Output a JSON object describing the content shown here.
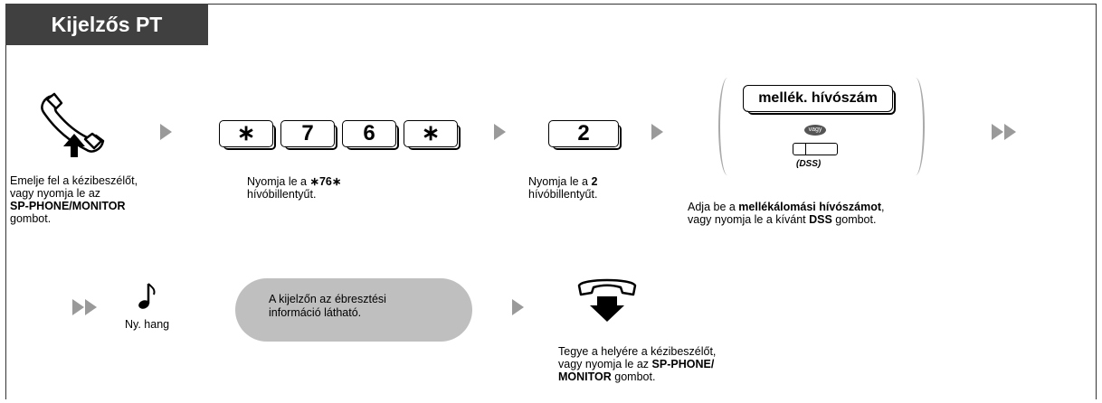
{
  "header": {
    "title": "Kijelzős PT"
  },
  "steps": {
    "offhook_caption": [
      "Emelje fel a kézibeszélőt,",
      "vagy nyomja le az",
      "SP-PHONE/MONITOR",
      "gombot."
    ],
    "keys_caption_line1": "Nyomja le a ",
    "keys_caption_code": "∗76∗",
    "keys_caption_line2": "hívóbillentyűt.",
    "keys": [
      "∗",
      "7",
      "6",
      "∗"
    ],
    "key2_caption_line1": "Nyomja le a ",
    "key2_caption_code": "2",
    "key2_caption_line2": "hívóbillentyűt.",
    "key2": "2",
    "ext_box": "mellék. hívószám",
    "or_label": "vagy",
    "dss_label": "(DSS)",
    "ext_caption": {
      "p1": "Adja be a ",
      "b1": "mellékálomási hívószámot",
      "p2": ",",
      "p3": "vagy nyomja le a kívánt ",
      "b2": "DSS",
      "p4": " gombot."
    },
    "tone_label": "Ny. hang",
    "display_info": [
      "A kijelzőn az ébresztési",
      "információ látható."
    ],
    "onhook_caption": {
      "line1": "Tegye a helyére a kézibeszélőt,",
      "line2a": "vagy nyomja le az ",
      "line2b": "SP-PHONE/",
      "line3a": "MONITOR",
      "line3b": " gombot."
    }
  }
}
